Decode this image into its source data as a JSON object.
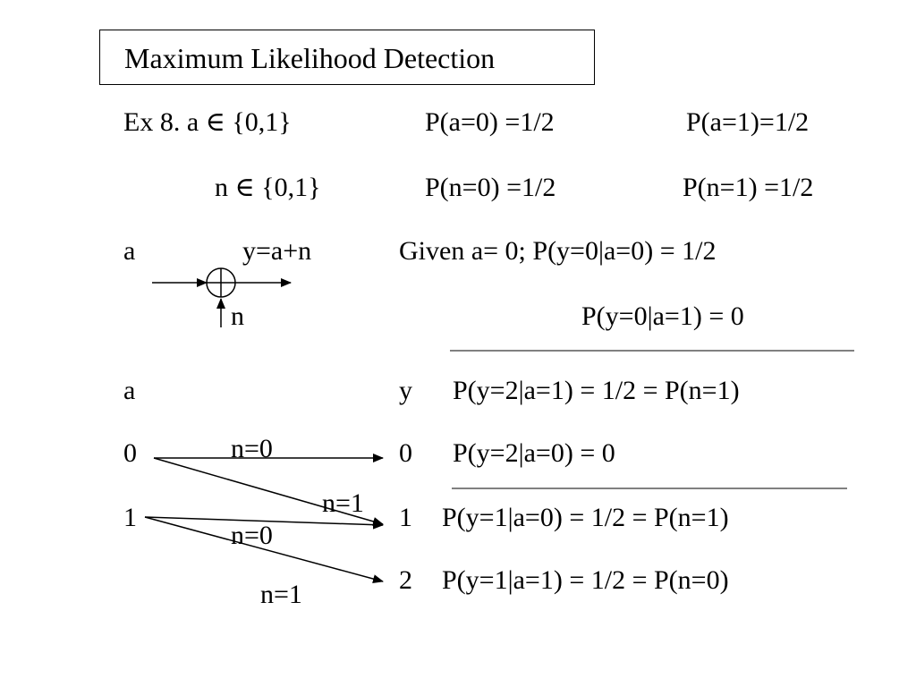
{
  "title": "Maximum Likelihood Detection",
  "rows": {
    "ex_label": "Ex 8.  a  ∈  {0,1}",
    "pa0": "P(a=0) =1/2",
    "pa1": "P(a=1)=1/2",
    "n_set": "n  ∈  {0,1}",
    "pn0": "P(n=0) =1/2",
    "pn1": "P(n=1) =1/2"
  },
  "adder": {
    "input_a": "a",
    "output": "y=a+n",
    "noise": "n"
  },
  "given": {
    "line1": "Given a= 0; P(y=0|a=0) = 1/2",
    "line2": "P(y=0|a=1) =  0"
  },
  "channel": {
    "col_a": "a",
    "col_y": "y",
    "a_values": [
      "0",
      "1"
    ],
    "y_values": [
      "0",
      "1",
      "2"
    ],
    "edge_labels": [
      "n=0",
      "n=1",
      "n=0",
      "n=1"
    ]
  },
  "probabilities": [
    "P(y=2|a=1) = 1/2 = P(n=1)",
    "P(y=2|a=0) = 0",
    "P(y=1|a=0) = 1/2 = P(n=1)",
    "P(y=1|a=1) = 1/2 = P(n=0)"
  ]
}
